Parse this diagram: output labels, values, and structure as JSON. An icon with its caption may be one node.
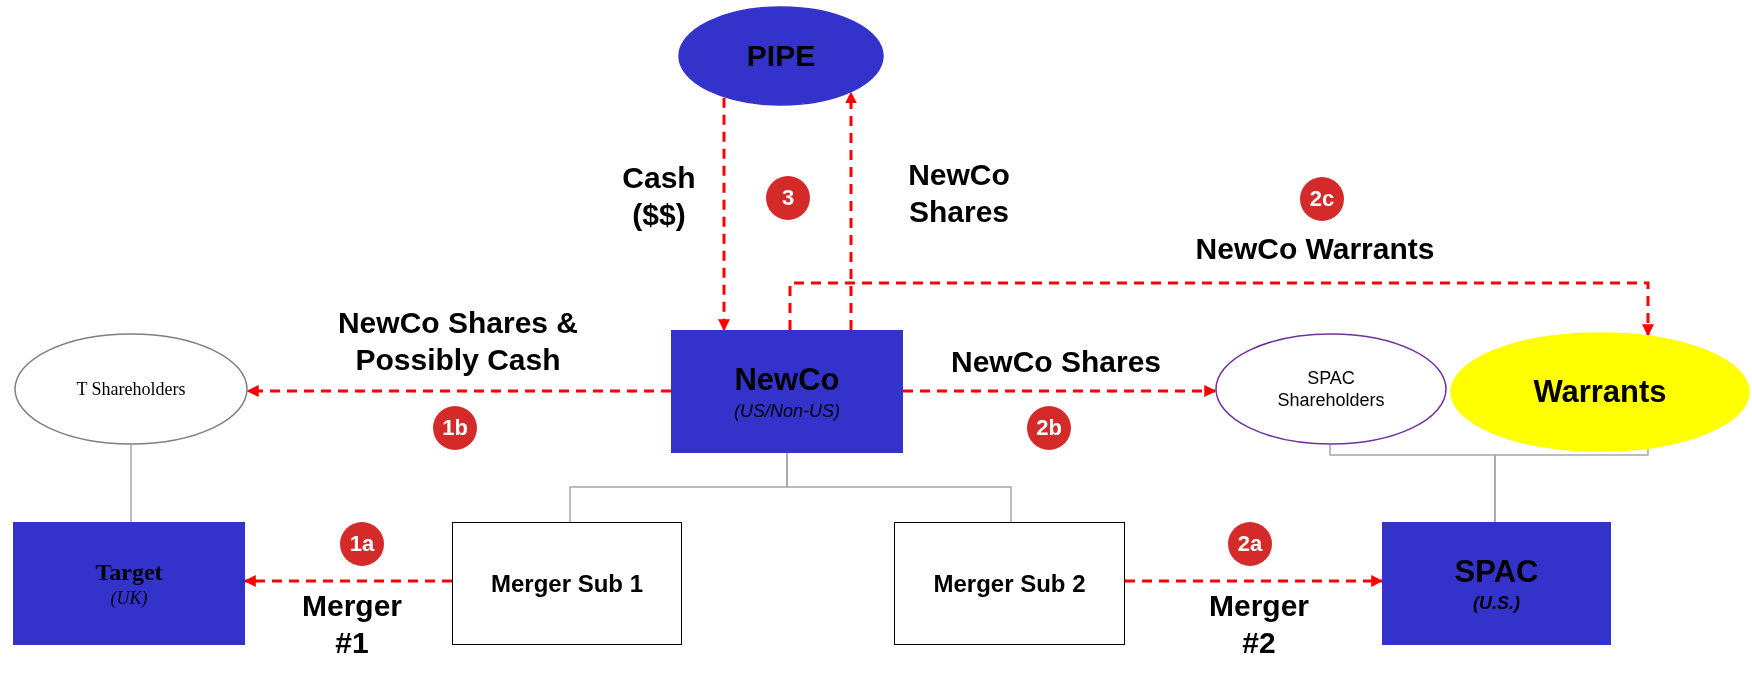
{
  "diagram": {
    "nodes": [
      {
        "text": [
          "PIPE"
        ]
      },
      {
        "text": [
          "NewCo",
          "(US/Non-US)"
        ]
      },
      {
        "text": [
          "T Shareholders"
        ]
      },
      {
        "text": [
          "SPAC Shareholders"
        ]
      },
      {
        "text": [
          "Warrants"
        ]
      },
      {
        "text": [
          "Target",
          "(UK)"
        ]
      },
      {
        "text": [
          "Merger Sub 1"
        ]
      },
      {
        "text": [
          "Merger Sub 2"
        ]
      },
      {
        "text": [
          "SPAC",
          "(U.S.)"
        ]
      }
    ],
    "edges": [
      {
        "from": 0,
        "to": 1,
        "arrow": "to",
        "label": "Cash ($$)",
        "style": "dashed",
        "color": "#ff0000"
      },
      {
        "from": 1,
        "to": 0,
        "arrow": "to",
        "label": "NewCo Shares",
        "style": "dashed",
        "color": "#ff0000"
      },
      {
        "from": 1,
        "to": 4,
        "arrow": "to",
        "label": "NewCo Warrants",
        "style": "dashed",
        "color": "#ff0000"
      },
      {
        "from": 1,
        "to": 2,
        "arrow": "to",
        "label": "NewCo Shares & Possibly Cash",
        "style": "dashed",
        "color": "#ff0000"
      },
      {
        "from": 1,
        "to": 3,
        "arrow": "to",
        "label": "NewCo Shares",
        "style": "dashed",
        "color": "#ff0000"
      },
      {
        "from": 6,
        "to": 5,
        "arrow": "to",
        "label": "Merger #1",
        "style": "dashed",
        "color": "#ff0000"
      },
      {
        "from": 7,
        "to": 8,
        "arrow": "to",
        "label": "Merger #2",
        "style": "dashed",
        "color": "#ff0000"
      },
      {
        "from": 2,
        "to": 5,
        "arrow": "none",
        "color": "#a6a6a6"
      },
      {
        "from": 1,
        "to": 6,
        "arrow": "none",
        "color": "#a6a6a6"
      },
      {
        "from": 1,
        "to": 7,
        "arrow": "none",
        "color": "#a6a6a6"
      },
      {
        "from": 3,
        "to": 8,
        "arrow": "none",
        "color": "#a6a6a6"
      },
      {
        "from": 4,
        "to": 8,
        "arrow": "none",
        "color": "#a6a6a6"
      }
    ],
    "labels": [
      "3",
      "2c",
      "1b",
      "2b",
      "1a",
      "2a"
    ]
  }
}
